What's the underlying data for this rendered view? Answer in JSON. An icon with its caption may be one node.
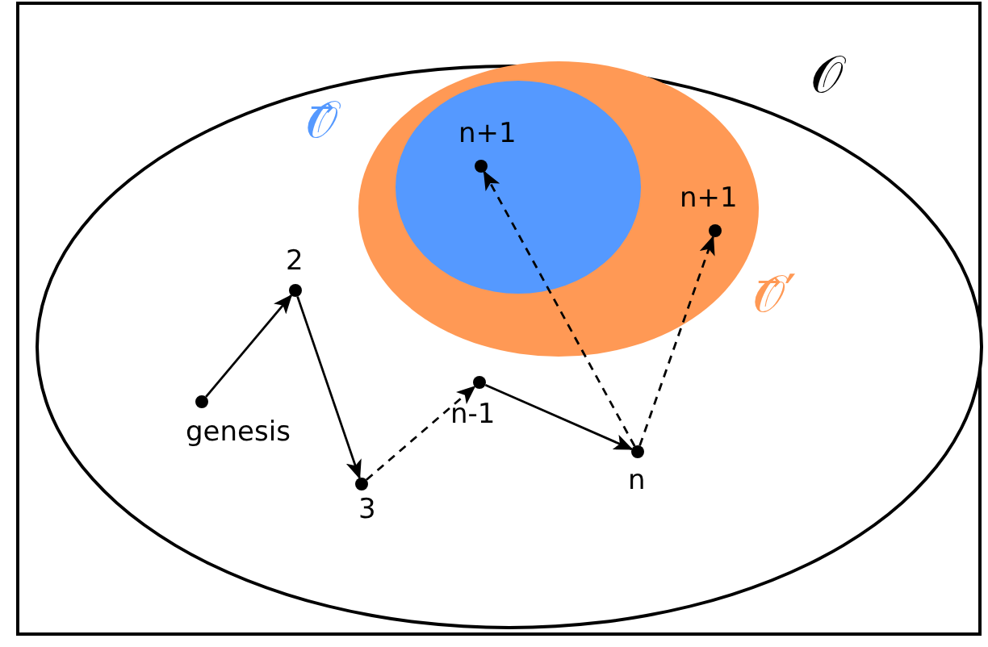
{
  "diagram": {
    "nodes": [
      {
        "text": [
          "𝒪"
        ]
      },
      {
        "text": [
          "𝒪⃗′"
        ],
        "in": 0
      },
      {
        "text": [
          "𝒪⃗"
        ],
        "in": 1
      },
      {
        "text": [
          "genesis"
        ],
        "in": 0
      },
      {
        "text": [
          "2"
        ],
        "in": 0
      },
      {
        "text": [
          "3"
        ],
        "in": 0
      },
      {
        "text": [
          "n-1"
        ],
        "in": 0
      },
      {
        "text": [
          "n"
        ],
        "in": 0
      },
      {
        "text": [
          "n+1"
        ],
        "in": 2
      },
      {
        "text": [
          "n+1"
        ],
        "in": 1
      }
    ],
    "edges": [
      {
        "from": 3,
        "to": 4,
        "arrow": "to"
      },
      {
        "from": 4,
        "to": 5,
        "arrow": "to"
      },
      {
        "from": 5,
        "to": 6,
        "arrow": "to",
        "style": "dashed"
      },
      {
        "from": 6,
        "to": 7,
        "arrow": "to"
      },
      {
        "from": 7,
        "to": 8,
        "arrow": "to",
        "style": "dashed"
      },
      {
        "from": 7,
        "to": 9,
        "arrow": "to",
        "style": "dashed"
      }
    ]
  }
}
